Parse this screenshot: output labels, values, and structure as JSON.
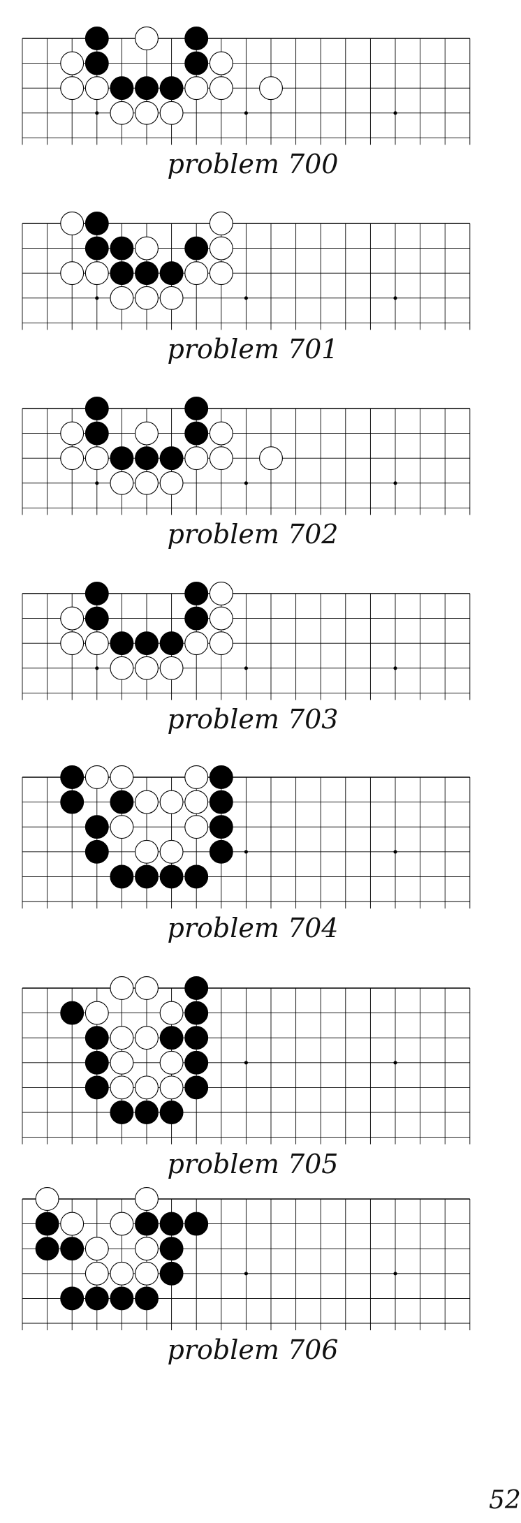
{
  "board": {
    "columns": 19,
    "visible_rows": 5,
    "edge": "top"
  },
  "colors": {
    "black_stone": "#000000",
    "white_stone": "#ffffff",
    "line": "#000000"
  },
  "problems": [
    {
      "caption": "problem 700",
      "rows": 5,
      "black": [
        [
          3,
          0
        ],
        [
          7,
          0
        ],
        [
          3,
          1
        ],
        [
          7,
          1
        ],
        [
          4,
          2
        ],
        [
          5,
          2
        ],
        [
          6,
          2
        ]
      ],
      "white": [
        [
          5,
          0
        ],
        [
          2,
          1
        ],
        [
          8,
          1
        ],
        [
          2,
          2
        ],
        [
          3,
          2
        ],
        [
          7,
          2
        ],
        [
          8,
          2
        ],
        [
          10,
          2
        ],
        [
          4,
          3
        ],
        [
          5,
          3
        ],
        [
          6,
          3
        ]
      ],
      "star_points": [
        [
          3,
          3
        ],
        [
          9,
          3
        ],
        [
          15,
          3
        ]
      ]
    },
    {
      "caption": "problem 701",
      "rows": 5,
      "black": [
        [
          3,
          0
        ],
        [
          3,
          1
        ],
        [
          4,
          1
        ],
        [
          7,
          1
        ],
        [
          4,
          2
        ],
        [
          5,
          2
        ],
        [
          6,
          2
        ]
      ],
      "white": [
        [
          2,
          0
        ],
        [
          8,
          0
        ],
        [
          5,
          1
        ],
        [
          8,
          1
        ],
        [
          2,
          2
        ],
        [
          3,
          2
        ],
        [
          7,
          2
        ],
        [
          8,
          2
        ],
        [
          4,
          3
        ],
        [
          5,
          3
        ],
        [
          6,
          3
        ]
      ],
      "star_points": [
        [
          3,
          3
        ],
        [
          9,
          3
        ],
        [
          15,
          3
        ]
      ]
    },
    {
      "caption": "problem 702",
      "rows": 5,
      "black": [
        [
          3,
          0
        ],
        [
          7,
          0
        ],
        [
          3,
          1
        ],
        [
          7,
          1
        ],
        [
          4,
          2
        ],
        [
          5,
          2
        ],
        [
          6,
          2
        ]
      ],
      "white": [
        [
          2,
          1
        ],
        [
          5,
          1
        ],
        [
          8,
          1
        ],
        [
          2,
          2
        ],
        [
          3,
          2
        ],
        [
          7,
          2
        ],
        [
          8,
          2
        ],
        [
          10,
          2
        ],
        [
          4,
          3
        ],
        [
          5,
          3
        ],
        [
          6,
          3
        ]
      ],
      "star_points": [
        [
          3,
          3
        ],
        [
          9,
          3
        ],
        [
          15,
          3
        ]
      ]
    },
    {
      "caption": "problem 703",
      "rows": 5,
      "black": [
        [
          3,
          0
        ],
        [
          7,
          0
        ],
        [
          3,
          1
        ],
        [
          7,
          1
        ],
        [
          4,
          2
        ],
        [
          5,
          2
        ],
        [
          6,
          2
        ]
      ],
      "white": [
        [
          8,
          0
        ],
        [
          2,
          1
        ],
        [
          8,
          1
        ],
        [
          2,
          2
        ],
        [
          3,
          2
        ],
        [
          7,
          2
        ],
        [
          8,
          2
        ],
        [
          4,
          3
        ],
        [
          5,
          3
        ],
        [
          6,
          3
        ]
      ],
      "star_points": [
        [
          3,
          3
        ],
        [
          9,
          3
        ],
        [
          15,
          3
        ]
      ]
    },
    {
      "caption": "problem 704",
      "rows": 6,
      "black": [
        [
          2,
          0
        ],
        [
          8,
          0
        ],
        [
          2,
          1
        ],
        [
          4,
          1
        ],
        [
          8,
          1
        ],
        [
          3,
          2
        ],
        [
          8,
          2
        ],
        [
          3,
          3
        ],
        [
          8,
          3
        ],
        [
          4,
          4
        ],
        [
          5,
          4
        ],
        [
          6,
          4
        ],
        [
          7,
          4
        ]
      ],
      "white": [
        [
          3,
          0
        ],
        [
          4,
          0
        ],
        [
          7,
          0
        ],
        [
          5,
          1
        ],
        [
          6,
          1
        ],
        [
          7,
          1
        ],
        [
          4,
          2
        ],
        [
          7,
          2
        ],
        [
          5,
          3
        ],
        [
          6,
          3
        ]
      ],
      "star_points": [
        [
          3,
          3
        ],
        [
          9,
          3
        ],
        [
          15,
          3
        ]
      ]
    },
    {
      "caption": "problem 705",
      "rows": 7,
      "black": [
        [
          7,
          0
        ],
        [
          2,
          1
        ],
        [
          7,
          1
        ],
        [
          3,
          2
        ],
        [
          6,
          2
        ],
        [
          7,
          2
        ],
        [
          3,
          3
        ],
        [
          7,
          3
        ],
        [
          3,
          4
        ],
        [
          7,
          4
        ],
        [
          4,
          5
        ],
        [
          5,
          5
        ],
        [
          6,
          5
        ]
      ],
      "white": [
        [
          4,
          0
        ],
        [
          5,
          0
        ],
        [
          3,
          1
        ],
        [
          6,
          1
        ],
        [
          4,
          2
        ],
        [
          5,
          2
        ],
        [
          4,
          3
        ],
        [
          6,
          3
        ],
        [
          4,
          4
        ],
        [
          5,
          4
        ],
        [
          6,
          4
        ]
      ],
      "star_points": [
        [
          3,
          3
        ],
        [
          9,
          3
        ],
        [
          15,
          3
        ]
      ]
    },
    {
      "caption": "problem 706",
      "rows": 6,
      "black": [
        [
          1,
          1
        ],
        [
          5,
          1
        ],
        [
          6,
          1
        ],
        [
          7,
          1
        ],
        [
          1,
          2
        ],
        [
          2,
          2
        ],
        [
          6,
          2
        ],
        [
          6,
          3
        ],
        [
          2,
          4
        ],
        [
          3,
          4
        ],
        [
          4,
          4
        ],
        [
          5,
          4
        ]
      ],
      "white": [
        [
          1,
          0
        ],
        [
          5,
          0
        ],
        [
          2,
          1
        ],
        [
          4,
          1
        ],
        [
          3,
          2
        ],
        [
          5,
          2
        ],
        [
          3,
          3
        ],
        [
          4,
          3
        ],
        [
          5,
          3
        ]
      ],
      "star_points": [
        [
          3,
          3
        ],
        [
          9,
          3
        ],
        [
          15,
          3
        ]
      ]
    }
  ],
  "page_number": "52"
}
